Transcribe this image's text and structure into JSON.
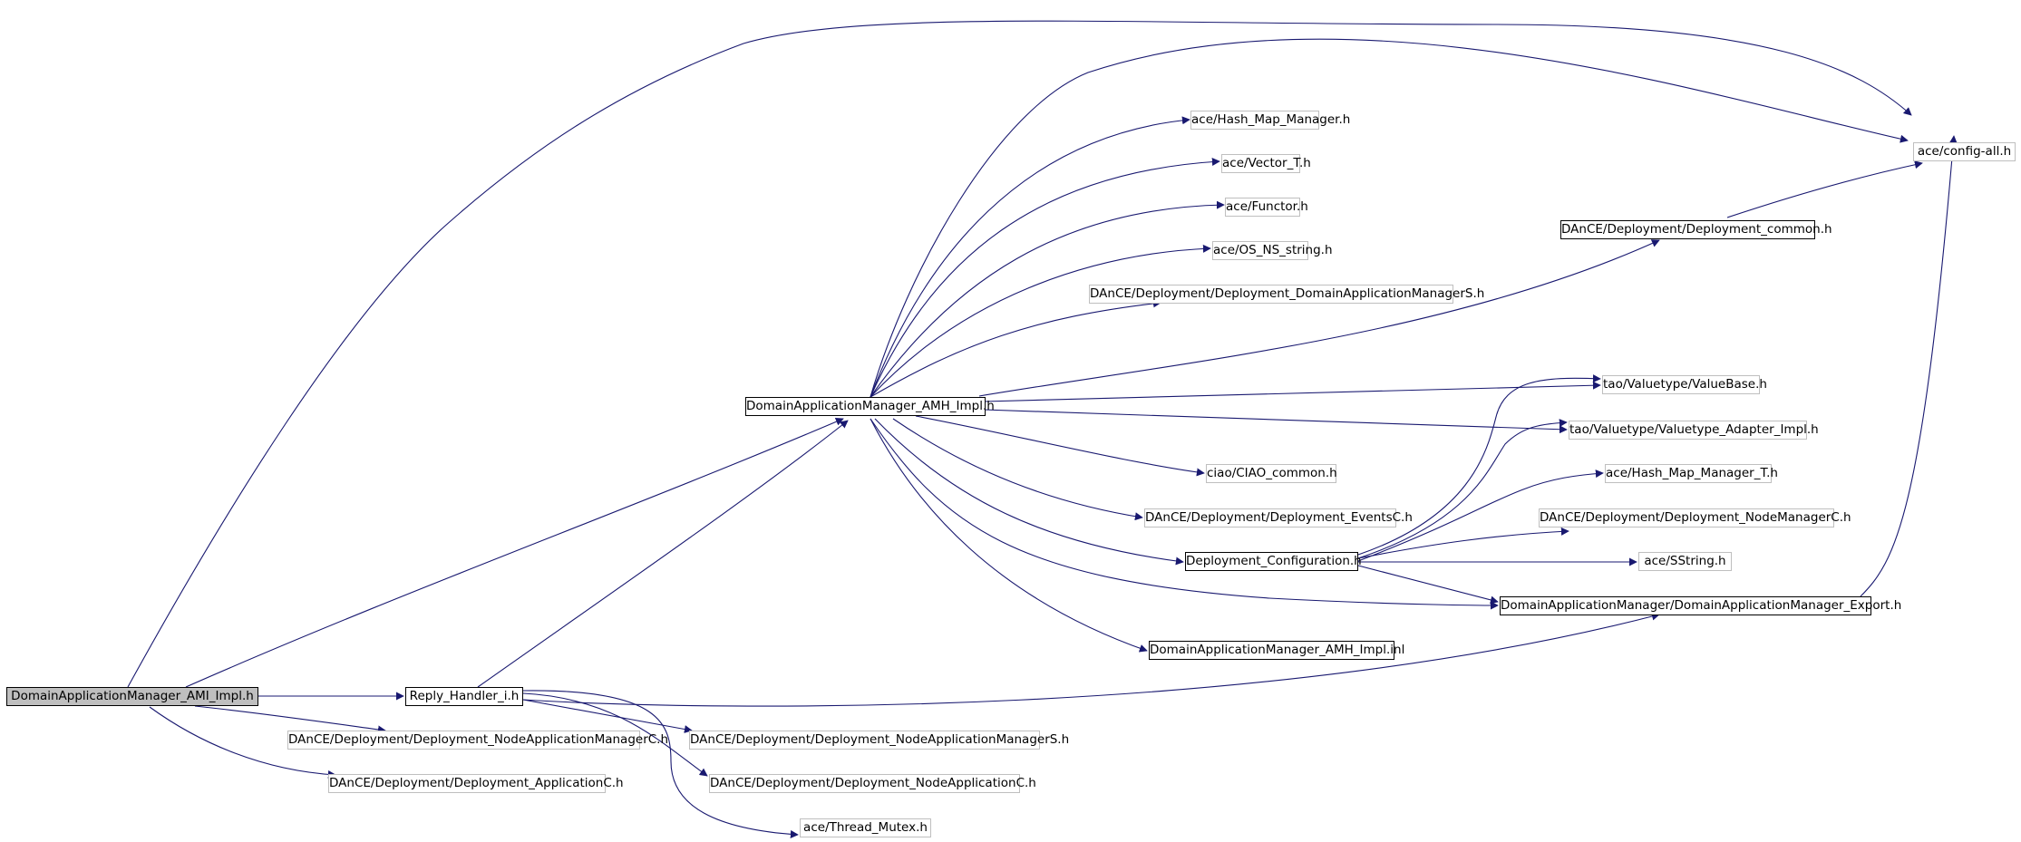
{
  "graph": {
    "colors": {
      "edge": "#191970",
      "root_fill": "#bfbfbf",
      "ext_border": "#bfbfbf"
    },
    "root": {
      "label": "DomainApplicationManager_AMI_Impl.h"
    },
    "nodes": {
      "amh_impl": "DomainApplicationManager_AMH_Impl.h",
      "reply_handler": "Reply_Handler_i.h",
      "config_all": "ace/config-all.h",
      "hash_map_manager": "ace/Hash_Map_Manager.h",
      "vector_t": "ace/Vector_T.h",
      "functor": "ace/Functor.h",
      "os_ns_string": "ace/OS_NS_string.h",
      "dam_s": "DAnCE/Deployment/Deployment_DomainApplicationManagerS.h",
      "deployment_common": "DAnCE/Deployment/Deployment_common.h",
      "valuebase": "tao/Valuetype/ValueBase.h",
      "valuetype_adapter": "tao/Valuetype/Valuetype_Adapter_Impl.h",
      "ciao_common": "ciao/CIAO_common.h",
      "hash_map_manager_t": "ace/Hash_Map_Manager_T.h",
      "events_c": "DAnCE/Deployment/Deployment_EventsC.h",
      "node_manager_c": "DAnCE/Deployment/Deployment_NodeManagerC.h",
      "deployment_configuration": "Deployment_Configuration.h",
      "sstring": "ace/SString.h",
      "dam_export": "DomainApplicationManager/DomainApplicationManager_Export.h",
      "amh_impl_inl": "DomainApplicationManager_AMH_Impl.inl",
      "node_app_manager_c": "DAnCE/Deployment/Deployment_NodeApplicationManagerC.h",
      "node_app_manager_s": "DAnCE/Deployment/Deployment_NodeApplicationManagerS.h",
      "application_c": "DAnCE/Deployment/Deployment_ApplicationC.h",
      "node_application_c": "DAnCE/Deployment/Deployment_NodeApplicationC.h",
      "thread_mutex": "ace/Thread_Mutex.h"
    }
  }
}
